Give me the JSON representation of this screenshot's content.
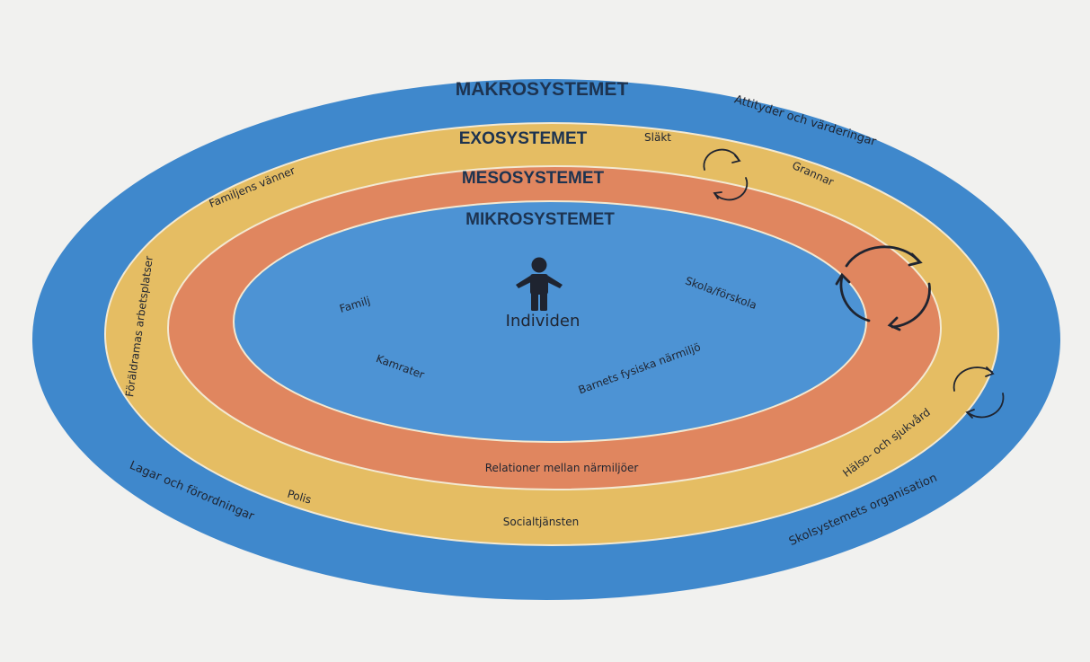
{
  "colors": {
    "background": "#f1f1ef",
    "makro": "#3f88cc",
    "exo": "#e5bd63",
    "meso": "#e0865f",
    "mikro": "#4d93d4",
    "ring_line": "#f3e9d2",
    "text": "#1f2430",
    "title": "#1d3350"
  },
  "icons": {
    "person": "person-icon",
    "cycle": "cycle-arrows-icon"
  },
  "systems": {
    "makro": {
      "title": "MAKROSYSTEMET",
      "items": [
        "Attityder och värderingar",
        "Lagar och förordningar",
        "Skolsystemets organisation"
      ]
    },
    "exo": {
      "title": "EXOSYSTEMET",
      "items": [
        "Släkt",
        "Grannar",
        "Familjens vänner",
        "Föräldramas arbetsplatser",
        "Polis",
        "Socialtjänsten",
        "Hälso- och sjukvård"
      ]
    },
    "meso": {
      "title": "MESOSYSTEMET",
      "items": [
        "Relationer mellan närmiljöer"
      ]
    },
    "mikro": {
      "title": "MIKROSYSTEMET",
      "items": [
        "Familj",
        "Skola/förskola",
        "Kamrater",
        "Barnets fysiska närmiljö"
      ]
    }
  },
  "center": {
    "label": "Individen"
  }
}
